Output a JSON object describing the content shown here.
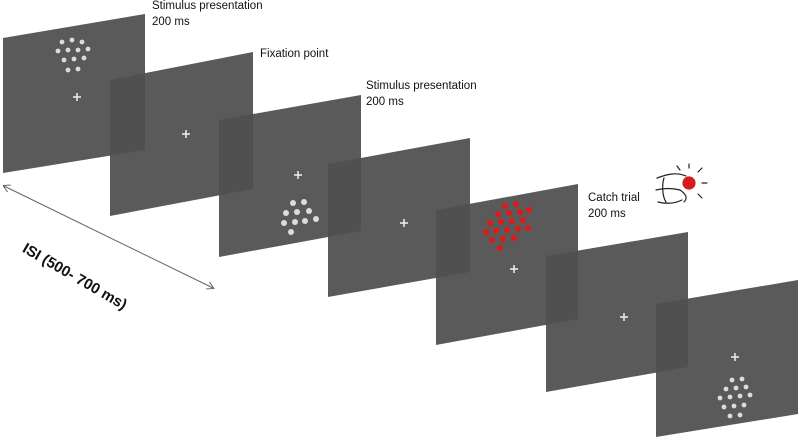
{
  "labels": {
    "stim1_title": "Stimulus presentation",
    "stim1_duration": "200 ms",
    "fixation_title": "Fixation point",
    "stim2_title": "Stimulus presentation",
    "stim2_duration": "200 ms",
    "catch_title": "Catch trial",
    "catch_duration": "200 ms",
    "isi": "ISI (500- 700 ms)"
  },
  "colors": {
    "panel": "#505050",
    "fixation": "#e8e8e8",
    "dot": "#dcdcdc",
    "catch_dot": "#e01818",
    "catch_icon": "#d41c1c"
  },
  "screens": [
    {
      "content": "dots",
      "order": 1
    },
    {
      "content": "fixation",
      "order": 2
    },
    {
      "content": "dots",
      "order": 3
    },
    {
      "content": "fixation",
      "order": 4
    },
    {
      "content": "red-dots",
      "order": 5
    },
    {
      "content": "fixation",
      "order": 6
    },
    {
      "content": "dots",
      "order": 7
    }
  ],
  "icons": [
    "pressing-hand-icon",
    "double-arrow-icon"
  ]
}
